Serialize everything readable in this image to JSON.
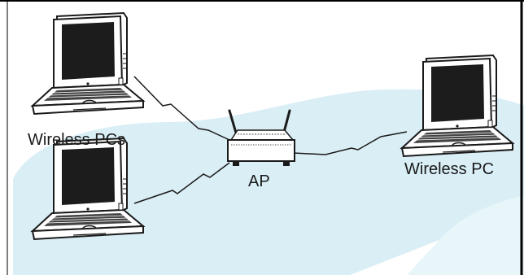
{
  "labels": {
    "wireless_pcs": "Wireless PCs",
    "access_point": "AP",
    "wireless_pc": "Wireless PC"
  },
  "colors": {
    "background": "#ffffff",
    "coverage_area": "#d9eef5",
    "coverage_edge": "#e8f5f9",
    "outline": "#1a1a1a",
    "screen": "#1c1c1c",
    "frame": "#000000"
  }
}
